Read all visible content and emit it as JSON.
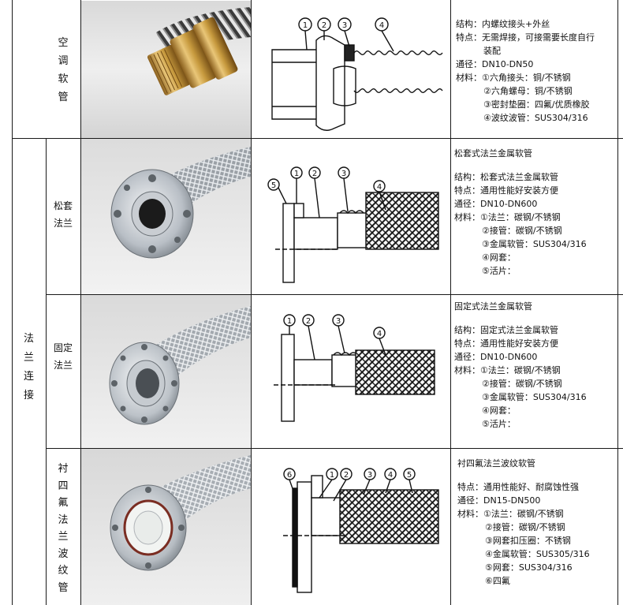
{
  "rows": [
    {
      "id": "ac-hose",
      "label_chars": [
        "空",
        "调",
        "软",
        "管"
      ],
      "title": "",
      "structure": "结构：内螺纹接头+外丝",
      "feature_line1": "特点：无需焊接，可接需要长度自行",
      "feature_line2": "装配",
      "size": "通径：DN10-DN50",
      "material_head": "材料：①六角接头：铜/不锈钢",
      "materials": [
        "②六角螺母：铜/不锈钢",
        "③密封垫圈：四氟/优质橡胶",
        "④波纹波管：SUS304/316"
      ],
      "callouts": [
        "1",
        "2",
        "3",
        "4"
      ]
    },
    {
      "id": "loose-flange",
      "label_chars": [
        "松套",
        "法兰"
      ],
      "title": "松套式法兰金属软管",
      "structure": "结构：松套式法兰金属软管",
      "feature_line1": "特点：通用性能好安装方便",
      "feature_line2": "",
      "size": "通径：DN10-DN600",
      "material_head": "材料：①法兰：碳钢/不锈钢",
      "materials": [
        "②接管：碳钢/不锈钢",
        "③金属软管：SUS304/316",
        "④网套：",
        "⑤活片："
      ],
      "callouts": [
        "1",
        "2",
        "3",
        "4",
        "5"
      ]
    },
    {
      "id": "fixed-flange",
      "label_chars": [
        "固定",
        "法兰"
      ],
      "title": "固定式法兰金属软管",
      "structure": "结构：固定式法兰金属软管",
      "feature_line1": "特点：通用性能好安装方便",
      "feature_line2": "",
      "size": "通径：DN10-DN600",
      "material_head": "材料：①法兰：碳钢/不锈钢",
      "materials": [
        "②接管：碳钢/不锈钢",
        "③金属软管：SUS304/316",
        "④网套：",
        "⑤活片："
      ],
      "callouts": [
        "1",
        "2",
        "3",
        "4"
      ]
    },
    {
      "id": "ptfe-lined",
      "label_chars": [
        "衬",
        "四",
        "氟",
        "法",
        "兰",
        "波",
        "纹",
        "管"
      ],
      "title": "衬四氟法兰波纹软管",
      "structure": "",
      "feature_line1": "特点：通用性能好、耐腐蚀性强",
      "feature_line2": "",
      "size": "通径：DN15-DN500",
      "material_head": "材料：①法兰：碳钢/不锈钢",
      "materials": [
        "②接管：碳钢/不锈钢",
        "③网套扣压圈：不锈钢",
        "④金属软管：SUS305/316",
        "⑤网套：SUS304/316",
        "⑥四氟"
      ],
      "callouts": [
        "6",
        "1",
        "2",
        "3",
        "4",
        "5"
      ]
    }
  ],
  "group_label_chars": [
    "法",
    "兰",
    "连",
    "接"
  ],
  "colors": {
    "border": "#1a1a1a",
    "brass": "#c79a3e",
    "steel": "#b9bfc6",
    "ptfe": "#f2f4f2",
    "gasket": "#7a2d22"
  }
}
